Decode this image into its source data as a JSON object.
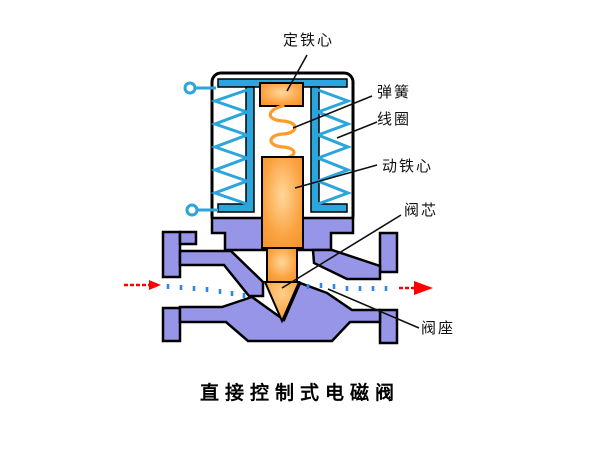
{
  "diagram": {
    "title": "直接控制式电磁阀",
    "labels": {
      "fixed_core": "定铁心",
      "spring": "弹簧",
      "coil": "线圈",
      "moving_core": "动铁心",
      "valve_core": "阀芯",
      "valve_seat": "阀座"
    },
    "colors": {
      "valve_body_purple": "#9795e8",
      "coil_cyan": "#2aa6dc",
      "core_orange": "#f7941e",
      "spring_orange": "#ff9c2a",
      "flow_arrow_red": "#ff0000",
      "flow_dash_blue": "#2e86e8",
      "outline_black": "#000000",
      "background": "#ffffff"
    }
  }
}
